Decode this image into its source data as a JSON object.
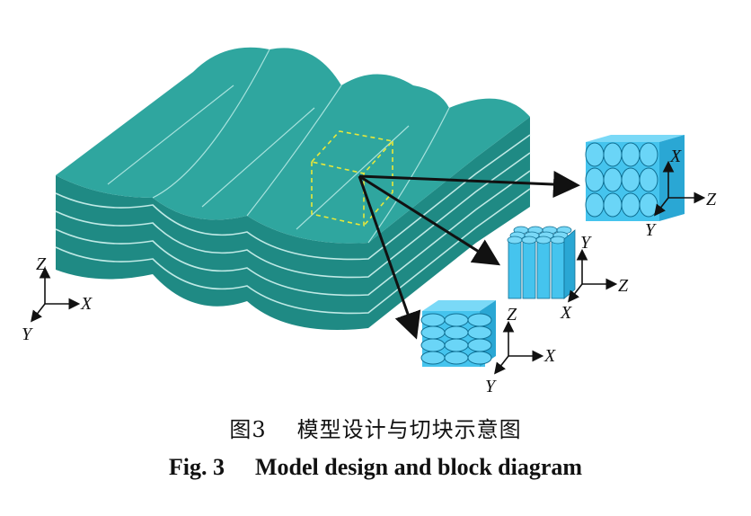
{
  "caption": {
    "cn_prefix": "图3",
    "cn_text": "模型设计与切块示意图",
    "en_prefix": "Fig. 3",
    "en_text": "Model design and block diagram"
  },
  "axes": {
    "global": {
      "up": "Z",
      "right": "X",
      "down": "Y"
    },
    "block_top": {
      "up": "X",
      "right": "Z",
      "down": "Y"
    },
    "block_middle": {
      "up": "Y",
      "right": "Z",
      "down": "X"
    },
    "block_bottom": {
      "up": "Z",
      "right": "X",
      "down": "Y"
    }
  },
  "colors": {
    "model_face": "#2fa69f",
    "model_side": "#1f8a84",
    "fiber": "#45c4ee",
    "fiber_end": "#6ad5f7",
    "selection_box": "#e8e83a",
    "arrow": "#111111"
  }
}
